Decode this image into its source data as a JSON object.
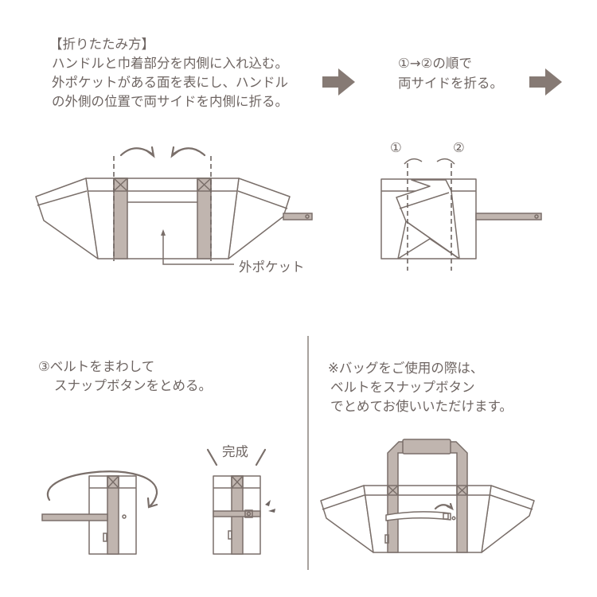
{
  "step1": {
    "heading": "【折りたたみ方】",
    "lines": [
      "ハンドルと巾着部分を内側に入れ込む。",
      "外ポケットがある面を表にし、ハンドル",
      "の外側の位置で両サイドを内側に折る。"
    ],
    "pocket_label": "外ポケット"
  },
  "step2": {
    "lines": [
      "①→②の順で",
      "両サイドを折る。"
    ],
    "marker1": "①",
    "marker2": "②"
  },
  "step3": {
    "lines": [
      "③ベルトをまわして",
      "スナップボタンをとめる。"
    ],
    "done_label": "完成"
  },
  "note": {
    "lines": [
      "※バッグをご使用の際は、",
      "ベルトをスナップボタン",
      "でとめてお使いいただけます。"
    ]
  },
  "colors": {
    "line": "#7a6f6a",
    "strap": "#c0b5af",
    "text": "#6e6562",
    "arrow": "#867a74"
  }
}
